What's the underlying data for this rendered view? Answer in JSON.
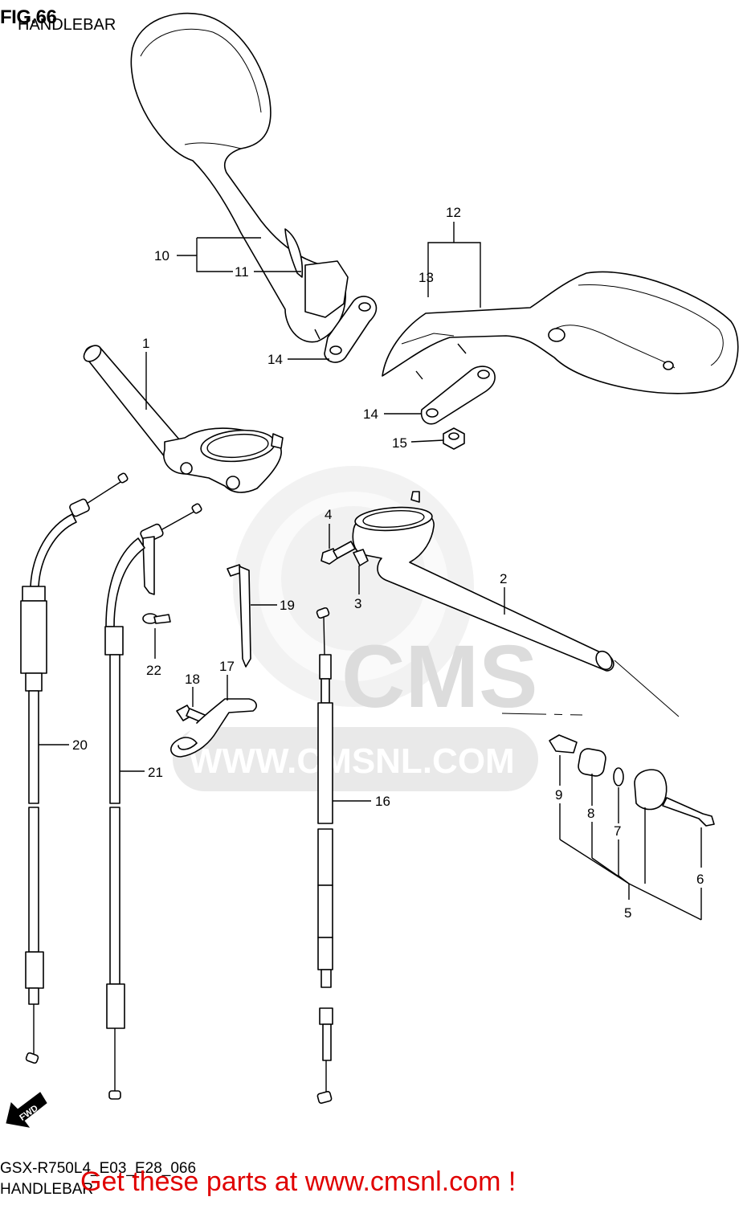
{
  "header": {
    "figure": "FIG.66",
    "title": "HANDLEBAR"
  },
  "watermark": {
    "text": "WWW.CMSNL.COM",
    "logo": "CMS"
  },
  "fwd_label": "FWD",
  "callouts": [
    "1",
    "2",
    "3",
    "4",
    "5",
    "6",
    "7",
    "8",
    "9",
    "10",
    "11",
    "12",
    "13",
    "14",
    "14",
    "15",
    "16",
    "17",
    "18",
    "19",
    "20",
    "21",
    "22"
  ],
  "footer": {
    "code": "GSX-R750L4_E03_E28_066",
    "subtitle": "HANDLEBAR",
    "cta": "Get these parts at www.cmsnl.com !"
  },
  "colors": {
    "cta": "#e00000",
    "watermark": "#e7e7e7",
    "ink": "#000000"
  }
}
